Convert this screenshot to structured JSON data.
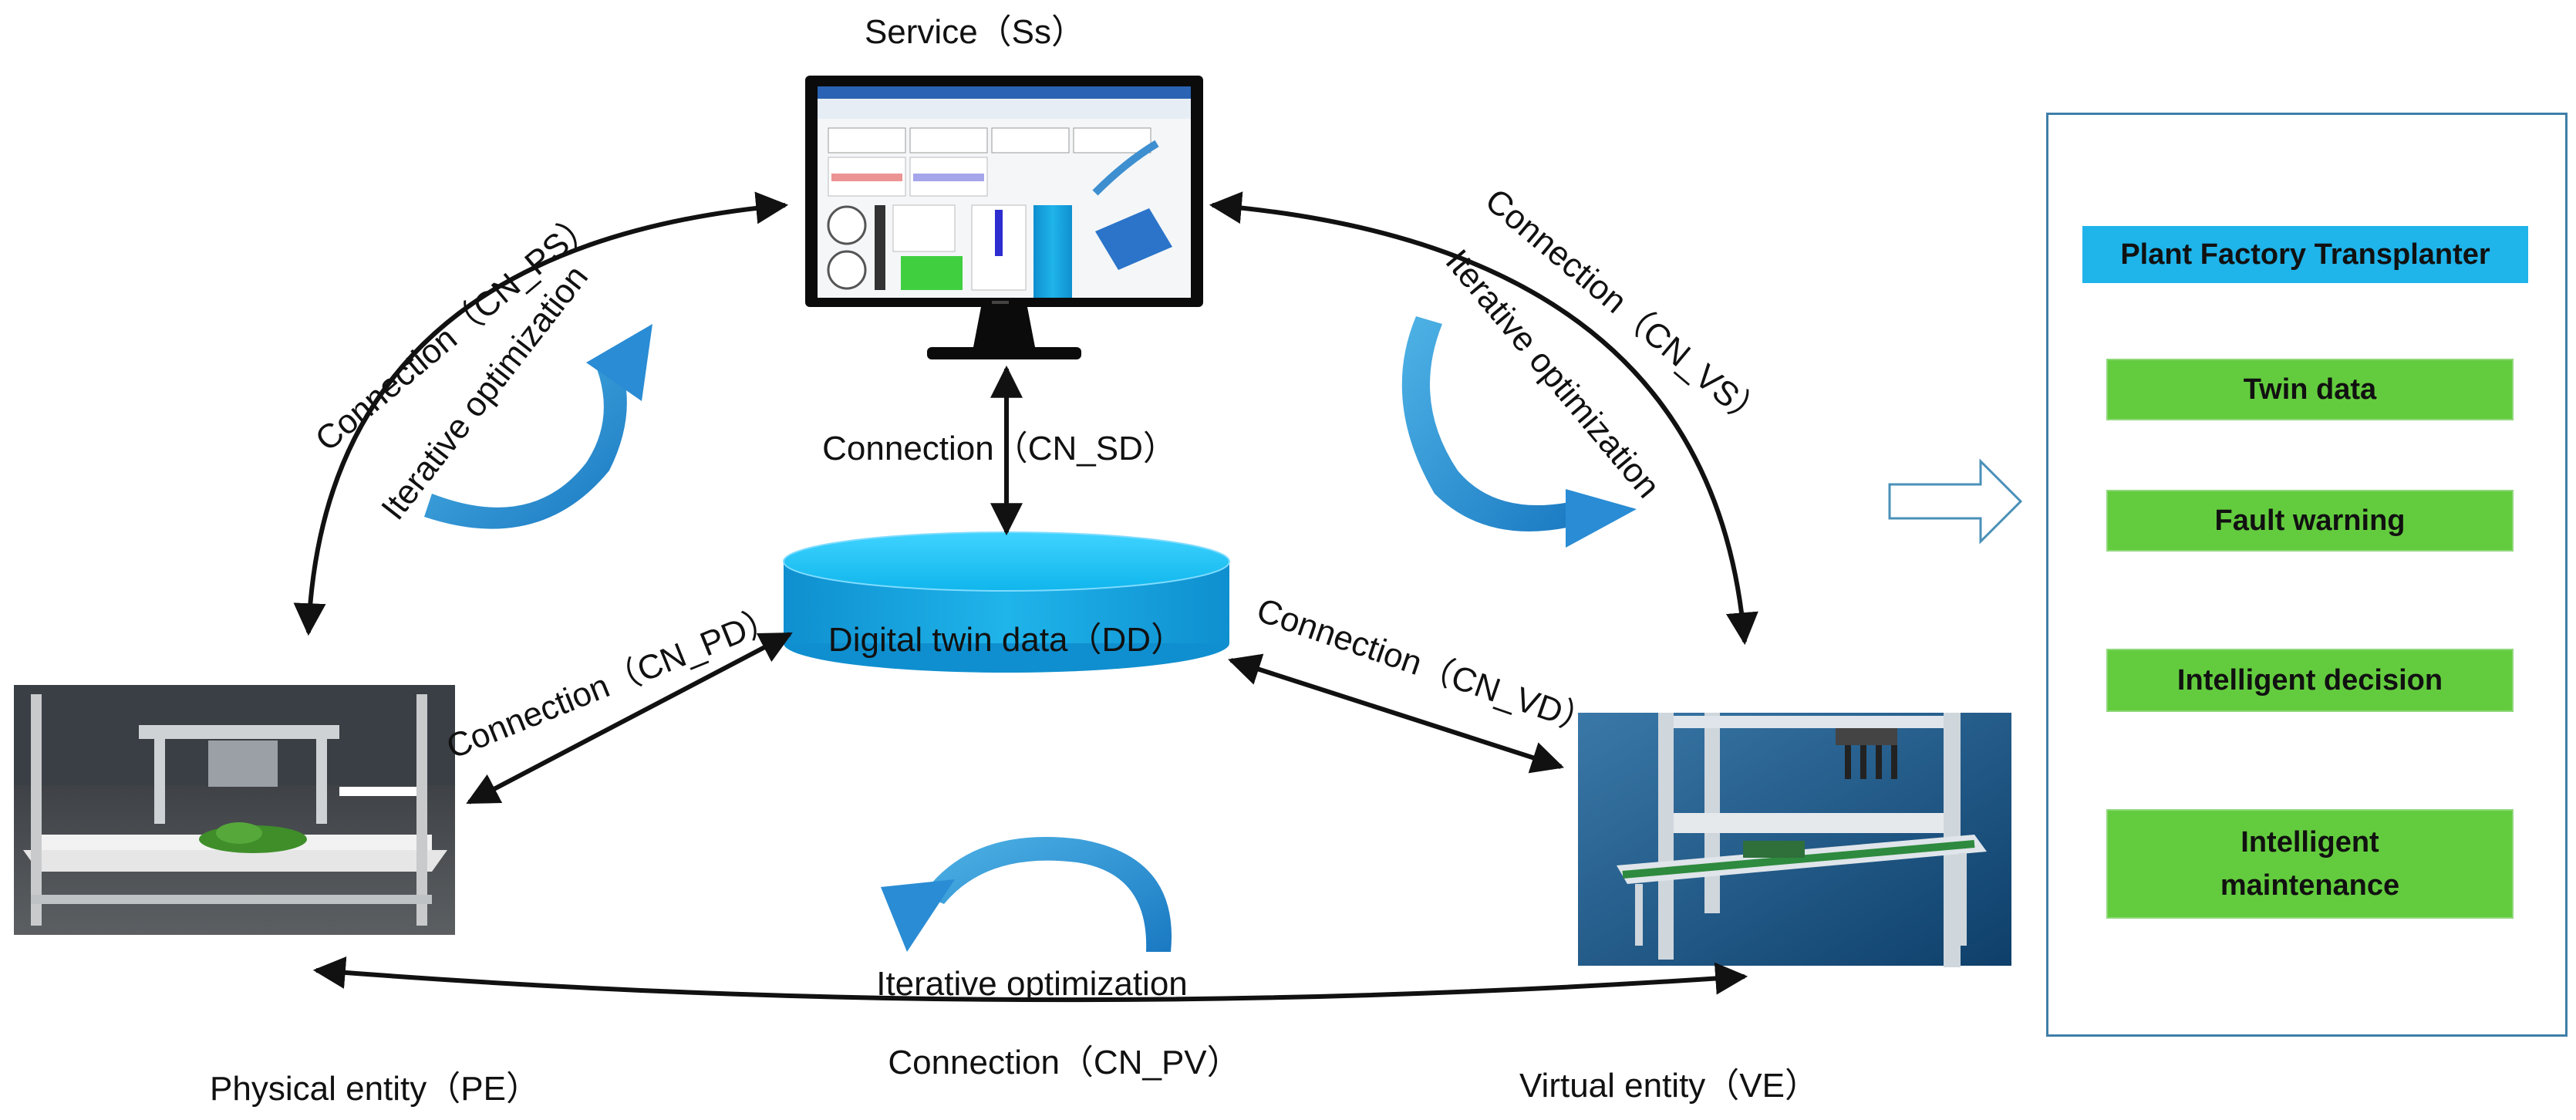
{
  "nodes": {
    "service": "Service（Ss）",
    "physical": "Physical entity（PE）",
    "virtual": "Virtual entity（VE）",
    "database": "Digital twin data（DD）"
  },
  "connections": {
    "ps": "Connection（CN_PS）",
    "vs": "Connection（CN_VS）",
    "sd": "Connection（CN_SD）",
    "pd": "Connection（CN_PD）",
    "vd": "Connection（CN_VD）",
    "pv": "Connection（CN_PV）"
  },
  "loops": {
    "left": "Iterative optimization",
    "right": "Iterative optimization",
    "bottom": "Iterative optimization"
  },
  "panel": {
    "title": "Plant Factory Transplanter",
    "items": [
      "Twin data",
      "Fault warning",
      "Intelligent decision",
      "Intelligent maintenance"
    ]
  },
  "colors": {
    "accent_blue": "#1fb4ea",
    "arrow_blue": "#1e90d0",
    "box_green": "#63cc3e",
    "database_blue": "#1fb4ea"
  }
}
